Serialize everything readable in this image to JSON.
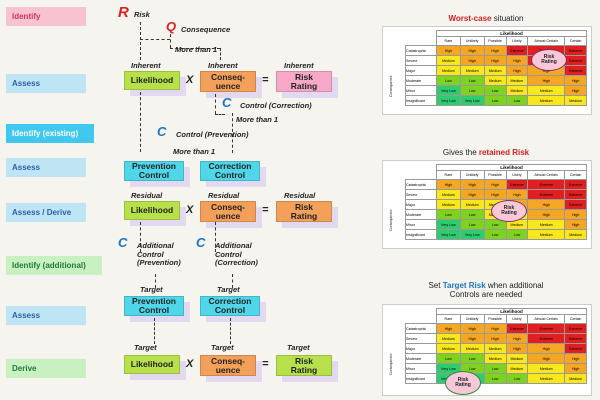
{
  "sidebar": {
    "identify": "Identify",
    "assess1": "Assess",
    "identify_existing": "Identify (existing)",
    "assess2": "Assess",
    "assess_derive": "Assess / Derive",
    "identify_additional": "Identify (additional)",
    "assess3": "Assess",
    "derive": "Derive"
  },
  "flow": {
    "r": "R",
    "risk": "Risk",
    "q": "Q",
    "consequence": "Consequence",
    "more_than_1": "More than 1",
    "inherent": "Inherent",
    "likelihood": "Likelihood",
    "consequence_box": "Conseq-\nuence",
    "risk_rating": "Risk\nRating",
    "c": "C",
    "control_correction": "Control (Correction)",
    "control_prevention": "Control (Prevention)",
    "prevention_control": "Prevention\nControl",
    "correction_control": "Correction\nControl",
    "residual": "Residual",
    "additional_prevention": "Additional\nControl\n(Prevention)",
    "additional_correction": "Additional\nControl\n(Correction)",
    "target": "Target",
    "x": "X",
    "eq": "="
  },
  "panels": {
    "worst_case": {
      "pre": "",
      "highlight": "Worst-case",
      "post": " situation"
    },
    "retained": {
      "pre": "Gives the ",
      "highlight": "retained Risk",
      "post": ""
    },
    "target": {
      "pre": "Set ",
      "highlight": "Target Risk",
      "post": " when additional",
      "line2": "Controls are needed"
    },
    "likelihood_header": "Likelihood",
    "consequence_axis": "Consequence",
    "columns": [
      "Rare",
      "Unlikely",
      "Possible",
      "Likely",
      "Almost Certain",
      "Certain"
    ],
    "rows": [
      "Catastrophic",
      "Severe",
      "Major",
      "Moderate",
      "Minor",
      "Insignificant"
    ],
    "cells": [
      [
        "High",
        "High",
        "High",
        "Extreme",
        "Extreme",
        "Extreme"
      ],
      [
        "Medium",
        "High",
        "High",
        "High",
        "Extreme",
        "Extreme"
      ],
      [
        "Medium",
        "Medium",
        "Medium",
        "High",
        "High",
        "Extreme"
      ],
      [
        "Low",
        "Low",
        "Medium",
        "Medium",
        "High",
        "High"
      ],
      [
        "Very Low",
        "Low",
        "Low",
        "Medium",
        "Medium",
        "High"
      ],
      [
        "Very Low",
        "Very Low",
        "Low",
        "Low",
        "Medium",
        "Medium"
      ]
    ],
    "bubble": "Risk\nRating",
    "colors": {
      "Extreme": "#e02020",
      "High": "#f5a623",
      "Medium": "#f8e71c",
      "Low": "#7ed321",
      "Very Low": "#2ecc71"
    }
  }
}
